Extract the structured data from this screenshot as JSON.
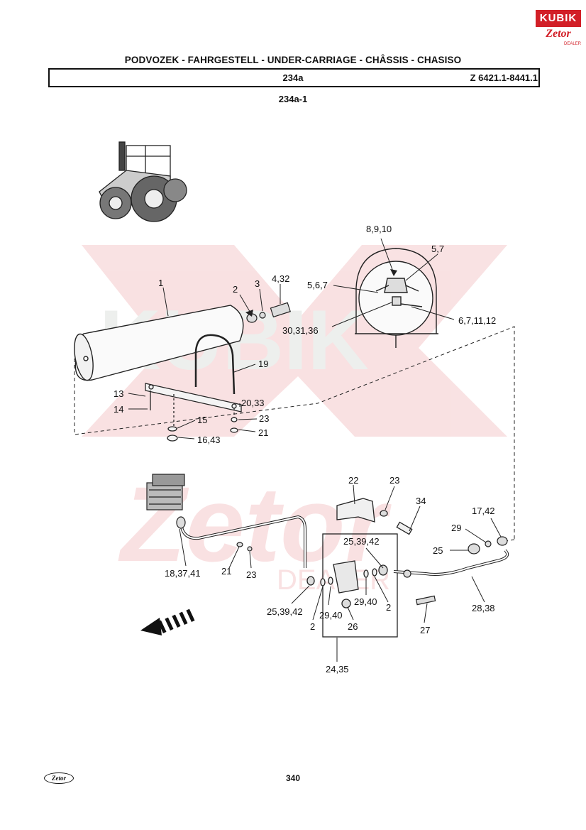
{
  "header": {
    "title": "PODVOZEK - FAHRGESTELL - UNDER-CARRIAGE - CHÂSSIS - CHASISO",
    "section": "234a",
    "model_range": "Z 6421.1-8441.1",
    "sub_figure": "234a-1"
  },
  "brand": {
    "kubik": "KUBIK",
    "zetor": "Zetor",
    "dealer": "DEALER"
  },
  "watermark": {
    "kubik": "KUBIK",
    "zetor": "Zetor",
    "dealer": "DEALER"
  },
  "footer": {
    "page_number": "340",
    "logo": "Zetor"
  },
  "callouts": {
    "c1": "1",
    "c2a": "2",
    "c3": "3",
    "c4_32": "4,32",
    "c8_9_10": "8,9,10",
    "c5_7": "5,7",
    "c5_6_7": "5,6,7",
    "c30_31_36": "30,31,36",
    "c6_7_11_12": "6,7,11,12",
    "c19": "19",
    "c13": "13",
    "c14": "14",
    "c20_33": "20,33",
    "c15": "15",
    "c23a": "23",
    "c16_43": "16,43",
    "c21a": "21",
    "c22": "22",
    "c23b": "23",
    "c34": "34",
    "c17_42": "17,42",
    "c29": "29",
    "c25a": "25",
    "c25_39_42a": "25,39,42",
    "c18_37_41": "18,37,41",
    "c21b": "21",
    "c23c": "23",
    "c25_39_42b": "25,39,42",
    "c2b": "2",
    "c29_40a": "29,40",
    "c26": "26",
    "c29_40b": "29,40",
    "c2c": "2",
    "c28_38": "28,38",
    "c27": "27",
    "c24_35": "24,35"
  }
}
